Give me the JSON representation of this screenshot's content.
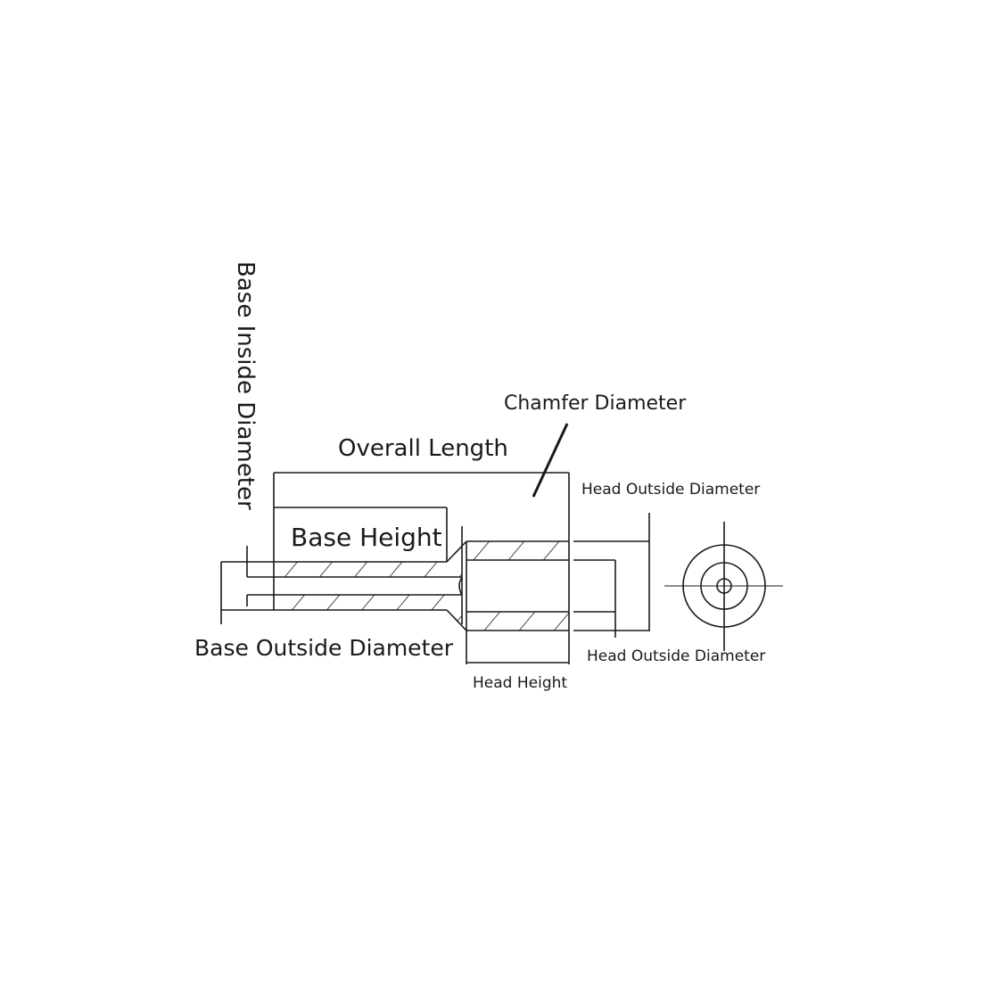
{
  "labels": {
    "base_inside_diameter": "Base Inside Diameter",
    "overall_length": "Overall Length",
    "chamfer_diameter": "Chamfer Diameter",
    "head_outside_diameter_top": "Head Outside Diameter",
    "base_height": "Base Height",
    "base_outside_diameter": "Base Outside Diameter",
    "head_height": "Head Height",
    "head_outside_diameter_bottom": "Head Outside Diameter"
  },
  "colors": {
    "line": "#1a1a1a",
    "background": "#ffffff"
  }
}
